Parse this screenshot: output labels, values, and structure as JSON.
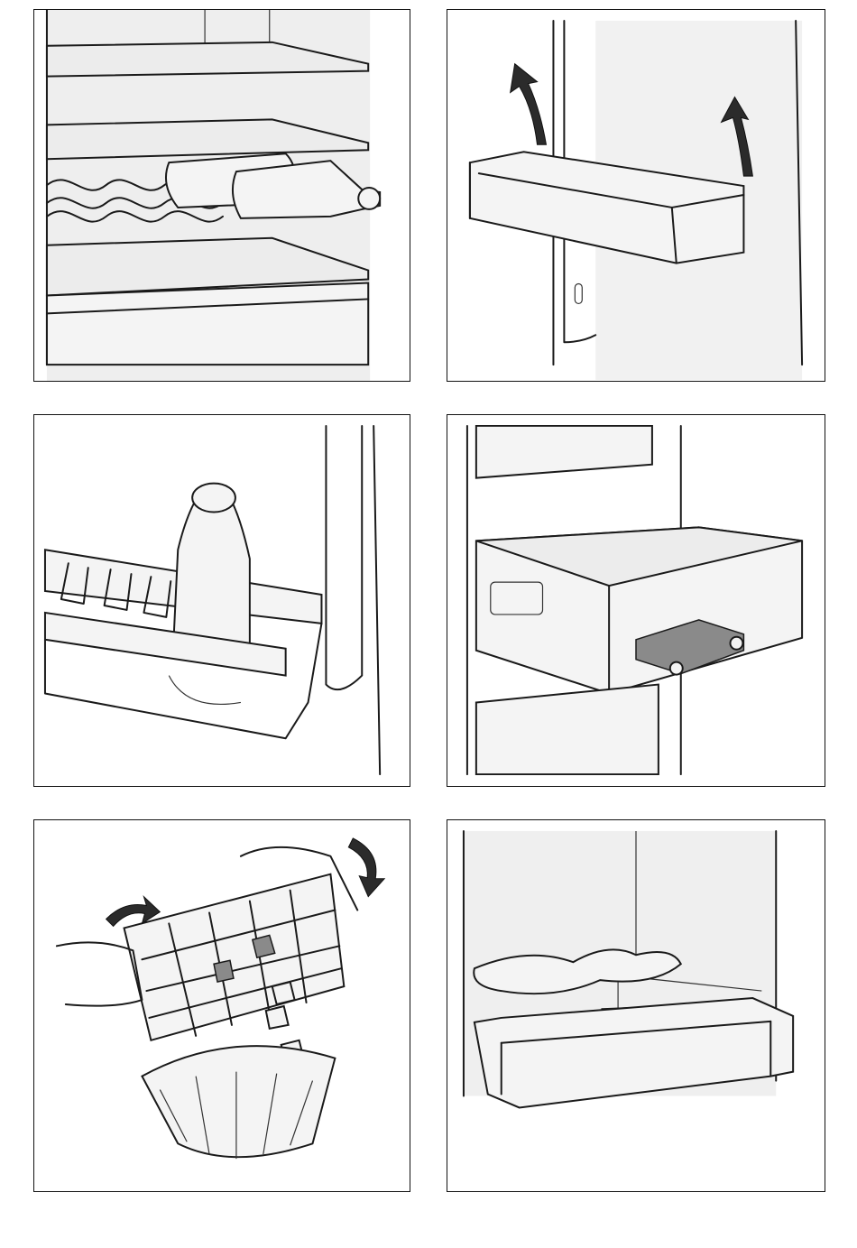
{
  "panels": [
    {
      "id": "p1",
      "illustration": "wine-rack-shelves"
    },
    {
      "id": "p2",
      "illustration": "door-shelf-removal"
    },
    {
      "id": "p3",
      "illustration": "bottle-door-shelf"
    },
    {
      "id": "p4",
      "illustration": "vegetable-drawer"
    },
    {
      "id": "p5",
      "illustration": "ice-cube-tray"
    },
    {
      "id": "p6",
      "illustration": "defrost-water-tray"
    }
  ],
  "colors": {
    "line": "#1a1a1a",
    "fill": "#ececec",
    "shade": "#8a8a8a"
  }
}
